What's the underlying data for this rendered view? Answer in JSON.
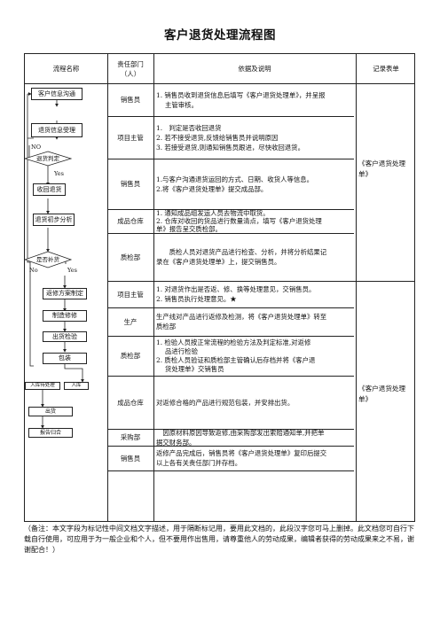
{
  "title": "客户退货处理流程图",
  "headers": {
    "flow": "流程名称",
    "dept": "责任部门（人）",
    "basis": "依据及说明",
    "record": "记录表单"
  },
  "rows": [
    {
      "dept": "销售员",
      "lines": [
        "1. 销售员收到退货信息后填写《客户退货处理单》，并呈报",
        "主管审核。"
      ]
    },
    {
      "dept": "项目主管",
      "lines": [
        "1.　判定是否收回退货",
        "2. 若不接受退货,反馈给销售员并说明原因",
        "3. 若接受退货,则通知销售员跟进，尽快收回退货。"
      ]
    },
    {
      "dept": "销售员",
      "lines": [
        "1.与客户沟通退货运回的方式、日期、收货人等信息。",
        "2.将《客户退货处理单》提交成品部。"
      ]
    },
    {
      "dept": "成品仓库",
      "lines": [
        "1. 通知成品组发运人员去物流中取货。",
        "2. 仓库对收回的货品进行数量清点，填写《客户退货处理",
        "单》报告呈交质检部。"
      ]
    },
    {
      "dept": "质检部",
      "lines": [
        "　　质检人员对退货产品进行检查、分析，并将分析结果记",
        "录在《客户退货处理单》上，提交销售员。"
      ]
    },
    {
      "dept": "项目主管",
      "lines": [
        "1. 对退货作出是否返、修、换等处理意见，交销售员。",
        "2. 销售员执行处理意见。★"
      ]
    },
    {
      "dept": "生产",
      "lines": [
        "生产线对产品进行返修及检测，将《客户退货处理单》转至",
        "质检部"
      ]
    },
    {
      "dept": "质检部",
      "lines": [
        "1. 检验人员按正常流程的检验方法及判定标准,对返修",
        "品进行检验",
        "2. 质检人员验证和质检部主管确认后存档并将《客户退",
        "货处理单》交销售员"
      ]
    },
    {
      "dept": "成品仓库",
      "lines": [
        "对返修合格的产品进行规范包装，并安排出货。"
      ]
    },
    {
      "dept": "采购部",
      "lines": [
        "　因原材料原因导致返修,由采购部发出索赔通知单,并把单",
        "据交财务部。"
      ]
    },
    {
      "dept": "销售员",
      "lines": [
        "返修产品完成后，销售员将《客户退货处理单》复印后提交",
        "以上各有关责任部门并存档。"
      ]
    }
  ],
  "records": [
    "《客户退货处理单》",
    "《客户退货处理单》"
  ],
  "flow": {
    "b1": "客户信息沟通",
    "b2": "退货信息受理",
    "no": "NO",
    "d1": "退货判定",
    "yes": "Yes",
    "b3": "收回退货",
    "b4": "退货初步分析",
    "d2": "是否补货",
    "no2": "No",
    "yes2": "Yes",
    "b5": "返修方案制定",
    "b6": "制造修修",
    "b7": "出货检验",
    "b8": "包装",
    "b9": "入库待处理",
    "b10": "入库",
    "b11": "出货",
    "b12": "报告归合"
  },
  "note": "（备注：本文字段为标记性中间文档文字描述，用于隔断标记用，要用此文档的，此段汉字您可马上删掉。此文档您可自行下载自行使用，可应用于为一般企业和个人，但不要用作出售用，请尊重他人的劳动成果，编辑者获得的劳动成果来之不易，谢谢配合！）"
}
